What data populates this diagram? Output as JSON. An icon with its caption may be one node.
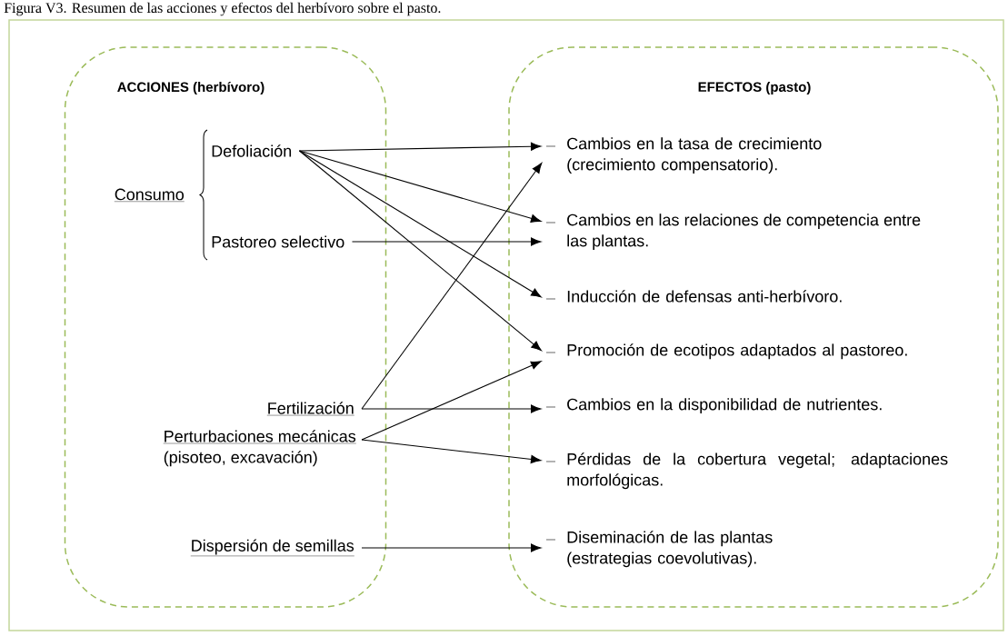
{
  "diagram": {
    "title": "Figura V3. Resumen de las acciones y efectos del herbívoro sobre el pasto.",
    "nodes": [
      {
        "text": [
          "ACCIONES (herbívoro)"
        ]
      },
      {
        "text": [
          "EFECTOS (pasto)"
        ]
      },
      {
        "text": [
          "Consumo"
        ],
        "in": 0
      },
      {
        "text": [
          "Defoliación"
        ],
        "in": 0
      },
      {
        "text": [
          "Pastoreo selectivo"
        ],
        "in": 0
      },
      {
        "text": [
          "Fertilización"
        ],
        "in": 0
      },
      {
        "text": [
          "Perturbaciones mecánicas",
          "(pisoteo, excavación)"
        ],
        "in": 0
      },
      {
        "text": [
          "Dispersión de semillas"
        ],
        "in": 0
      },
      {
        "text": [
          "Cambios en la tasa de crecimiento (crecimiento compensatorio)."
        ],
        "in": 1
      },
      {
        "text": [
          "Cambios en las relaciones de competencia entre las plantas."
        ],
        "in": 1
      },
      {
        "text": [
          "Inducción de defensas anti-herbívoro."
        ],
        "in": 1
      },
      {
        "text": [
          "Promoción de ecotipos adaptados al pastoreo."
        ],
        "in": 1
      },
      {
        "text": [
          "Cambios en la disponibilidad de nutrientes."
        ],
        "in": 1
      },
      {
        "text": [
          "Pérdidas de la cobertura vegetal; adaptaciones morfológicas."
        ],
        "in": 1
      },
      {
        "text": [
          "Diseminación de las plantas (estrategias coevolutivas)."
        ],
        "in": 1
      }
    ],
    "edges": [
      {
        "from": 3,
        "to": 8,
        "arrow": "to"
      },
      {
        "from": 3,
        "to": 9,
        "arrow": "to"
      },
      {
        "from": 3,
        "to": 10,
        "arrow": "to"
      },
      {
        "from": 3,
        "to": 11,
        "arrow": "to"
      },
      {
        "from": 4,
        "to": 9,
        "arrow": "to"
      },
      {
        "from": 5,
        "to": 8,
        "arrow": "to"
      },
      {
        "from": 5,
        "to": 12,
        "arrow": "to"
      },
      {
        "from": 6,
        "to": 11,
        "arrow": "to"
      },
      {
        "from": 6,
        "to": 13,
        "arrow": "to"
      },
      {
        "from": 7,
        "to": 14,
        "arrow": "to"
      }
    ]
  }
}
